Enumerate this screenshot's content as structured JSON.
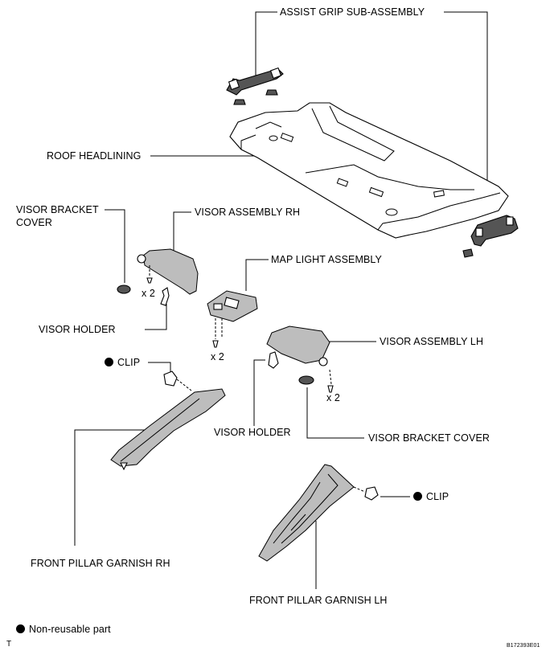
{
  "labels": {
    "assist_grip": "ASSIST GRIP SUB-ASSEMBLY",
    "roof_headlining": "ROOF HEADLINING",
    "visor_bracket_cover_rh_line1": "VISOR BRACKET",
    "visor_bracket_cover_rh_line2": "COVER",
    "visor_assembly_rh": "VISOR ASSEMBLY RH",
    "map_light_assembly": "MAP LIGHT ASSEMBLY",
    "visor_holder_rh": "VISOR HOLDER",
    "visor_assembly_lh": "VISOR ASSEMBLY LH",
    "clip_rh": "CLIP",
    "visor_holder_lh": "VISOR HOLDER",
    "visor_bracket_cover_lh": "VISOR BRACKET COVER",
    "front_pillar_garnish_rh": "FRONT PILLAR GARNISH RH",
    "clip_lh": "CLIP",
    "front_pillar_garnish_lh": "FRONT PILLAR GARNISH LH"
  },
  "quantities": {
    "visor_rh_screws": "x 2",
    "map_light_screws": "x 2",
    "visor_lh_screws": "x 2"
  },
  "legend": {
    "non_reusable": "Non-reusable part"
  },
  "footer": {
    "left_mark": "T",
    "figure_code": "B172393E01"
  },
  "colors": {
    "line": "#000000",
    "background": "#ffffff",
    "part_shade": "#bdbdbd"
  }
}
